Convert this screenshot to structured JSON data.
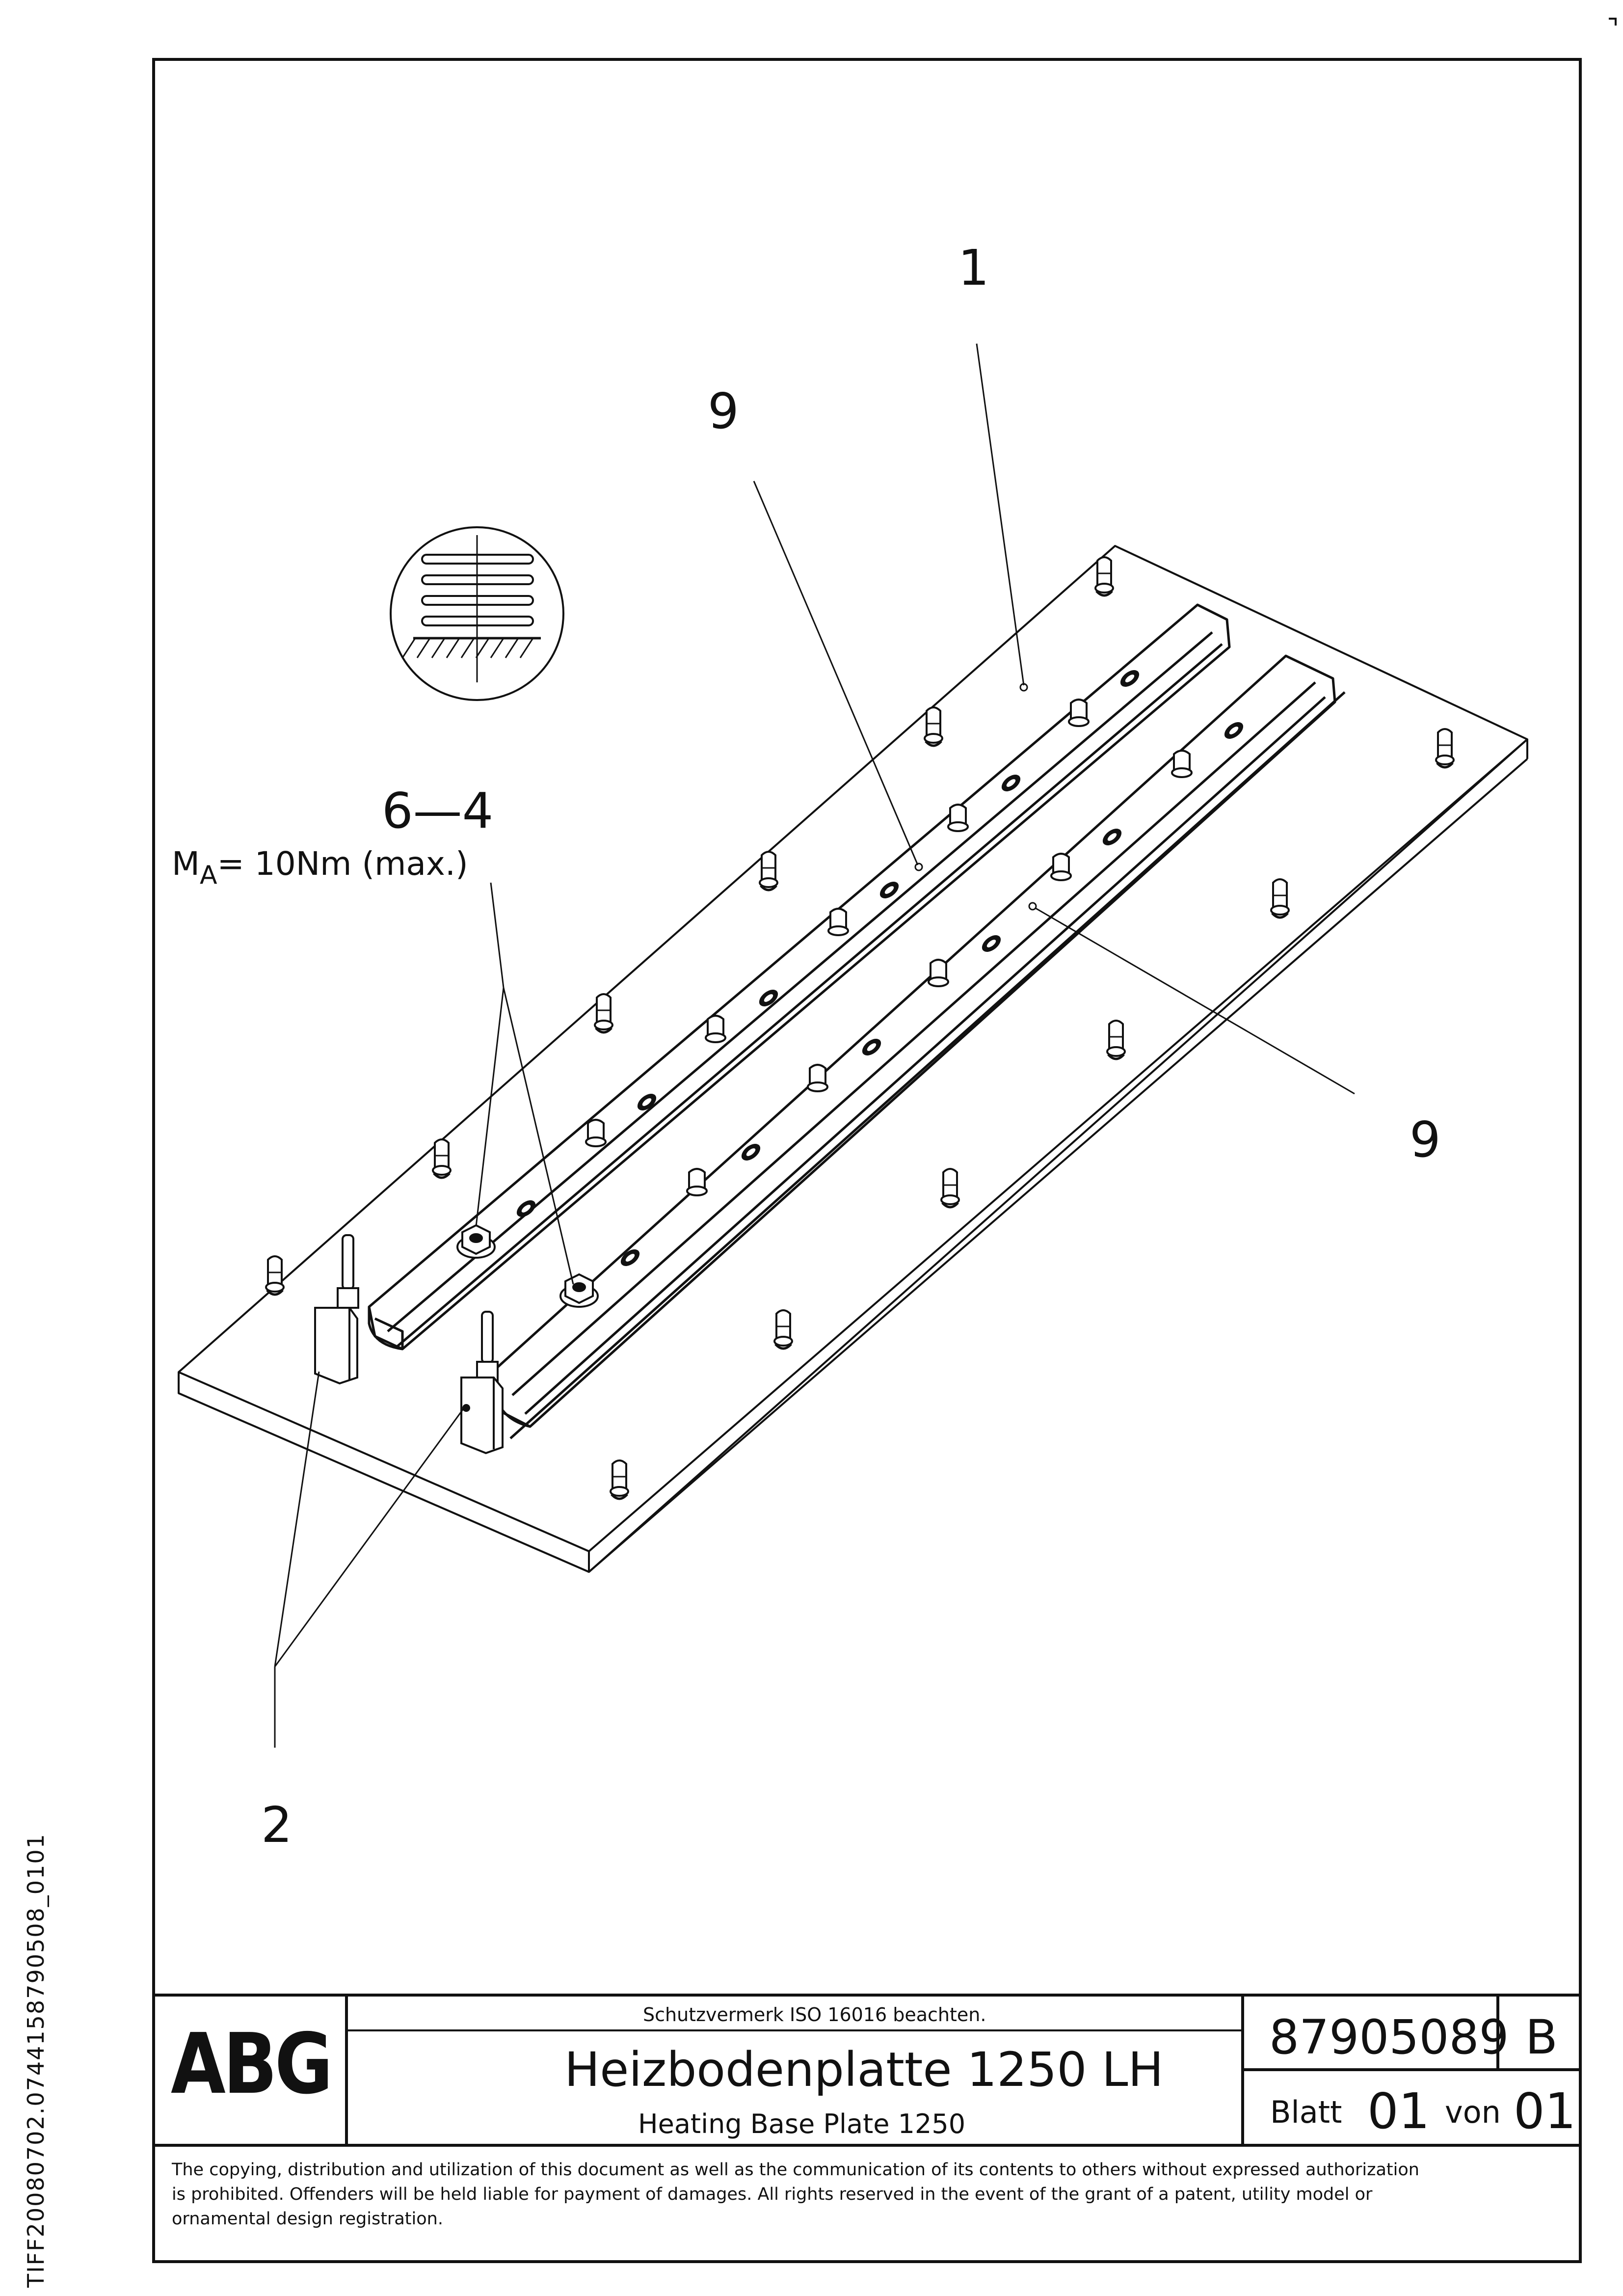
{
  "side_code": "TIFF20080702.0744158790508_0101",
  "callouts": {
    "c1": "1",
    "c9a": "9",
    "c9b": "9",
    "c64": "6—4",
    "c2": "2",
    "torque_prefix": "M",
    "torque_sub": "A",
    "torque_value": "= 10Nm (max.)"
  },
  "title_block": {
    "logo": "ABG",
    "protection_note": "Schutzvermerk ISO 16016 beachten.",
    "title_de": "Heizbodenplatte 1250 LH",
    "title_en": "Heating Base Plate 1250",
    "drawing_number": "87905089",
    "revision": "B",
    "sheet_label": "Blatt",
    "sheet_number": "01",
    "of_label": "von",
    "sheet_total": "01"
  },
  "copyright_notice": {
    "line1": "The copying, distribution and utilization of this document as well as the communication of its contents to others without expressed authorization",
    "line2": "is prohibited. Offenders will be held liable for payment of damages. All rights reserved in the event of the grant of a patent, utility model or",
    "line3": "ornamental design registration."
  },
  "colors": {
    "ink": "#111111",
    "paper": "#ffffff"
  }
}
